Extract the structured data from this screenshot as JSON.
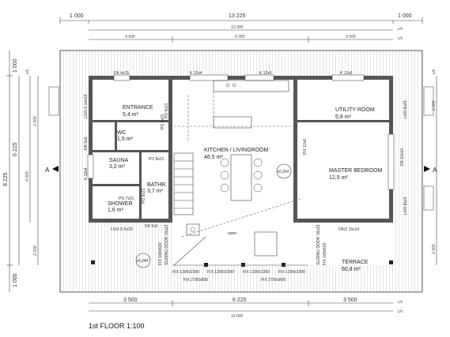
{
  "dimensions": {
    "top_total": "13 225",
    "top_left": "1 000",
    "top_right": "1 000",
    "top_inner_total": "13 000",
    "top_inner": [
      "3 500",
      "6 000",
      "3 500"
    ],
    "bottom": [
      "3 500",
      "6 225",
      "3 500"
    ],
    "bottom_inner_total": "13 000",
    "left_total": "8 225",
    "left_mid": "6 225",
    "left_top": "1 000",
    "left_bottom": "1 000",
    "left_inner_total": "4 000",
    "left_inner_small": [
      "2 000",
      "2 000"
    ],
    "right": [
      "2 000",
      "2 000"
    ],
    "cc": "c/c"
  },
  "rooms": {
    "entrance": {
      "name": "ENTRANCE",
      "area": "5,4 m²"
    },
    "wc": {
      "name": "WC",
      "area": "1,5 m²"
    },
    "sauna": {
      "name": "SAUNA",
      "area": "3,2 m²"
    },
    "bathroom": {
      "name": "BATHR.",
      "area": "3,7 m²"
    },
    "shower": {
      "name": "SHOWER",
      "area": "1,6 m²"
    },
    "kitchen": {
      "name": "KITCHEN / LIVINGROOM",
      "area": "46,5 m²"
    },
    "utility": {
      "name": "UTILITY ROOM",
      "area": "5,8 m²"
    },
    "master": {
      "name": "MASTER BEDROOM",
      "area": "12,5 m²"
    },
    "terrace": {
      "name": "TERRACE",
      "area": "60,8 m²"
    }
  },
  "labels": {
    "dk_4x15": "DK 4x15",
    "k_12x4": "K 12x4",
    "k_12x6": "K 12x6",
    "k_12x6b": "K 12x6",
    "luo_s": "LUO-S 10x23",
    "po_9x21": "PO 9x21",
    "po_8x21": "PO 8x21",
    "po_7x21": "PO 7x21",
    "dk_5x6": "DK 5x6",
    "dk_5x6b": "DK 5x6",
    "k_12x4b": "K 12x4",
    "luo_9x23": "LUO-S 9x23",
    "po_8x21b": "PO 8x21",
    "po_8x21c": "PO 8x21",
    "fix_12x6": "FIX 12x6",
    "dk_10x14": "DK 10x14",
    "luo_8x23": "LUO 8x23",
    "luo_8x23b": "LUO 8x23",
    "dk_2": "DK/2 15x14",
    "sliding_left": "SLIDING DOOR 16x23",
    "fix_left": "FIX 180x600",
    "sliding_right": "SLIDING DOOR 16x23",
    "fix_right": "FIX 180x600",
    "fix_bottom": [
      "FIX 1300x2300",
      "FIX 1300x2300",
      "FIX 1300x2300",
      "FIX 1300x2300"
    ],
    "fix_long": [
      "FIX 2790x800",
      "FIX 2790x800"
    ],
    "open": "open",
    "level_a": "+0,264",
    "level_b": "+0,244",
    "section": "A"
  },
  "title": "1st FLOOR 1:100",
  "colors": {
    "wall": "#555555",
    "line": "#444444"
  }
}
